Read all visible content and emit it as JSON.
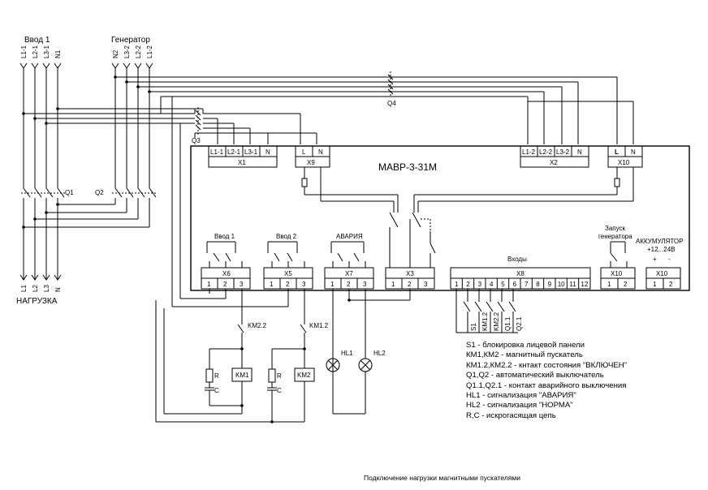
{
  "title": "МАВР-3-31М",
  "sources": {
    "input1": "Ввод 1",
    "generator": "Генератор",
    "load": "НАГРУЗКА"
  },
  "phases_in1": [
    "L1-1",
    "L2-1",
    "L3-1",
    "N1"
  ],
  "phases_gen": [
    "N2",
    "L3-2",
    "L2-2",
    "L1-2"
  ],
  "phases_load": [
    "L1",
    "L2",
    "L3",
    "N"
  ],
  "switches": {
    "q1": "Q1",
    "q2": "Q2",
    "q3": "Q3",
    "q4": "Q4"
  },
  "connectors": {
    "x1": {
      "name": "X1",
      "pins": [
        "L1-1",
        "L2-1",
        "L3-1",
        "N"
      ]
    },
    "x9": {
      "name": "X9",
      "pins": [
        "L",
        "N"
      ]
    },
    "x2": {
      "name": "X2",
      "pins": [
        "L1-2",
        "L2-2",
        "L3-2",
        "N"
      ]
    },
    "x10a": {
      "name": "X10",
      "pins": [
        "L",
        "N"
      ]
    },
    "x6": {
      "name": "X6",
      "pins": [
        "1",
        "2",
        "3"
      ]
    },
    "x5": {
      "name": "X5",
      "pins": [
        "1",
        "2",
        "3"
      ]
    },
    "x7": {
      "name": "X7",
      "pins": [
        "1",
        "2",
        "3"
      ]
    },
    "x3": {
      "name": "X3",
      "pins": [
        "1",
        "2",
        "3"
      ]
    },
    "x8": {
      "name": "X8",
      "pins": [
        "1",
        "2",
        "3",
        "4",
        "5",
        "6",
        "7",
        "8",
        "9",
        "10",
        "11",
        "12"
      ]
    },
    "x10b": {
      "name": "X10",
      "pins": [
        "1",
        "2"
      ]
    },
    "x10c": {
      "name": "X10",
      "pins": [
        "1",
        "2"
      ]
    }
  },
  "block_labels": {
    "vvod1": "Ввод 1",
    "vvod2": "Ввод 2",
    "avaria": "АВАРИЯ",
    "inputs": "Входы",
    "gen_start1": "Запуск",
    "gen_start2": "генератора",
    "battery1": "АККУМУЛЯТОР",
    "battery2": "+12...24В",
    "plus": "+",
    "minus": "-"
  },
  "contacts": {
    "km22": "KM2.2",
    "km12": "KM1.2"
  },
  "elements": {
    "r": "R",
    "c": "C",
    "km1": "KM1",
    "km2": "KM2",
    "hl1": "HL1",
    "hl2": "HL2"
  },
  "inputs_list": [
    "S1",
    "KM1.2",
    "KM2.2",
    "Q1.1",
    "Q2.1"
  ],
  "legend": [
    "S1 - блокировка лицевой панели",
    "КМ1,КМ2 - магнитный пускатель",
    "КМ1.2,КМ2.2 - кнтакт состояния \"ВКЛЮЧЕН\"",
    "Q1,Q2 - автоматический выключатель",
    "Q1.1,Q2.1 - контакт аварийного выключения",
    "HL1 - сигнализация \"АВАРИЯ\"",
    "HL2 - сигнализация \"НОРМА\"",
    "R,C - искрогасящая цепь"
  ],
  "caption": "Подключение нагрузки магнитными пускателями"
}
